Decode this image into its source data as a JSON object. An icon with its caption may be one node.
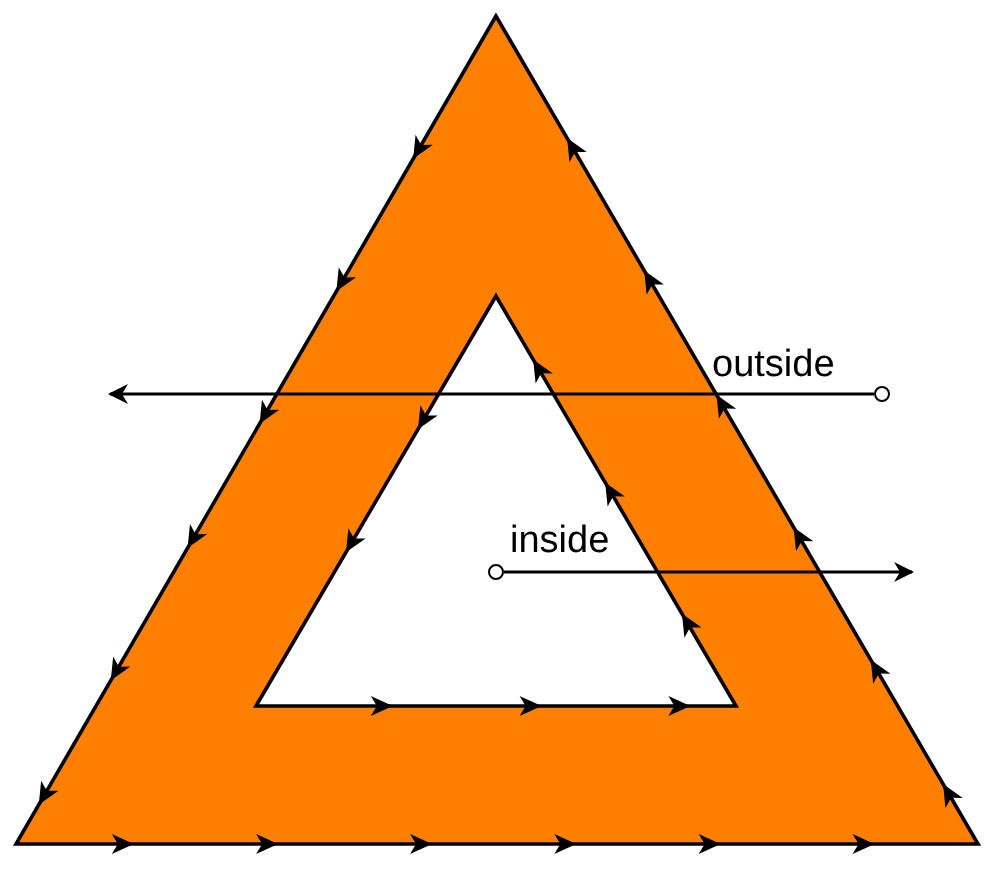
{
  "diagram": {
    "nodes": [
      {
        "text": [],
        "shape": "circle",
        "beside": [
          "outside"
        ]
      },
      {
        "text": [],
        "shape": "circle",
        "beside": [
          "inside"
        ]
      }
    ],
    "edges": [
      {
        "from": 0,
        "to": null,
        "arrow": "to"
      },
      {
        "from": 1,
        "to": null,
        "arrow": "to"
      }
    ]
  }
}
